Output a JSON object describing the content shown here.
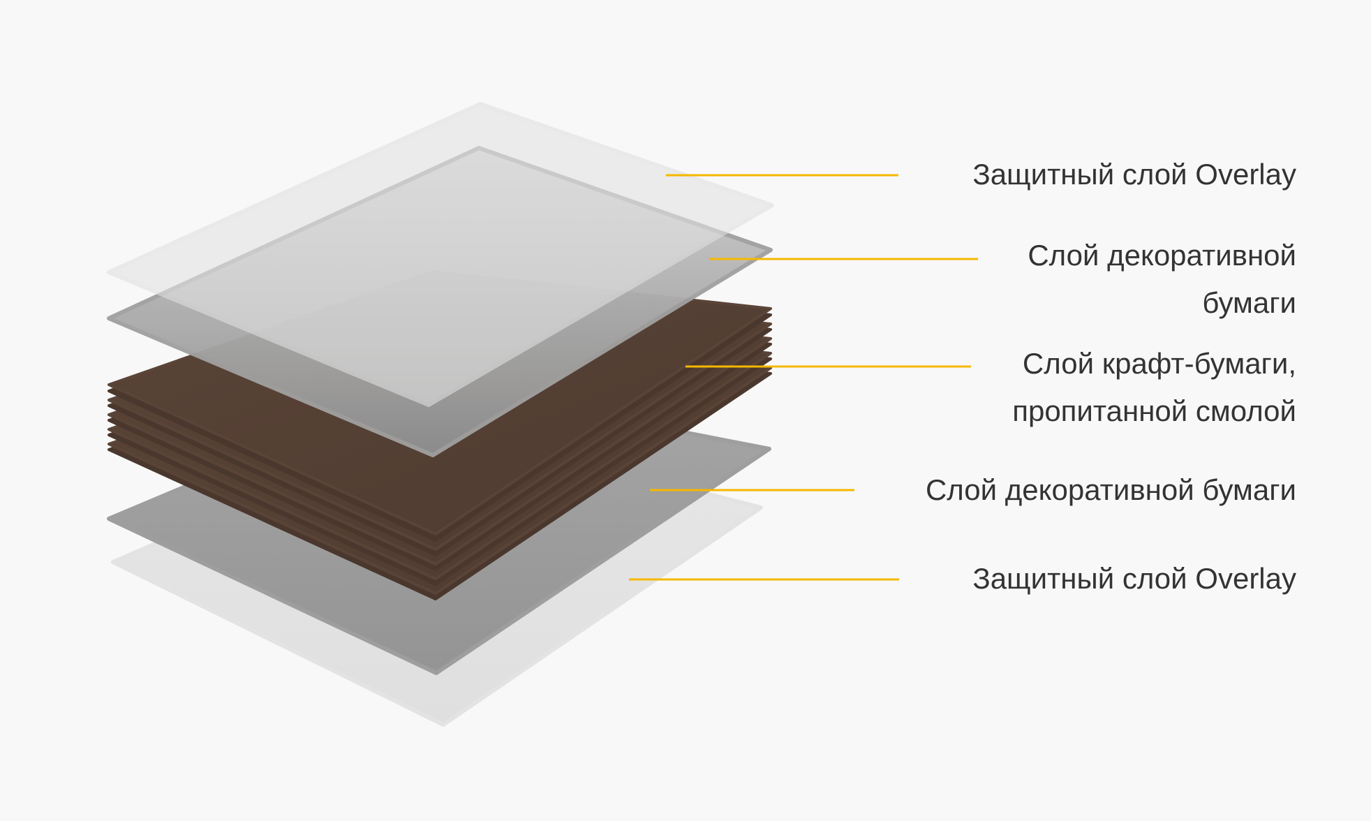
{
  "colors": {
    "background": "#f8f8f8",
    "overlay_sheet": "#e5e5e5",
    "decor_sheet": "#9a9a9a",
    "kraft_sheet": "#564135",
    "kraft_edge": "#3f2f26",
    "leader_line": "#f5b800",
    "label_text": "#333333"
  },
  "layers": [
    {
      "id": "overlay-top",
      "lines": [
        "Защитный слой Overlay"
      ]
    },
    {
      "id": "decor-top",
      "lines": [
        "Слой декоративной",
        "бумаги"
      ]
    },
    {
      "id": "kraft",
      "lines": [
        "Слой крафт-бумаги,",
        "пропитанной смолой"
      ]
    },
    {
      "id": "decor-bottom",
      "lines": [
        "Слой декоративной бумаги"
      ]
    },
    {
      "id": "overlay-bottom",
      "lines": [
        "Защитный слой Overlay"
      ]
    }
  ]
}
